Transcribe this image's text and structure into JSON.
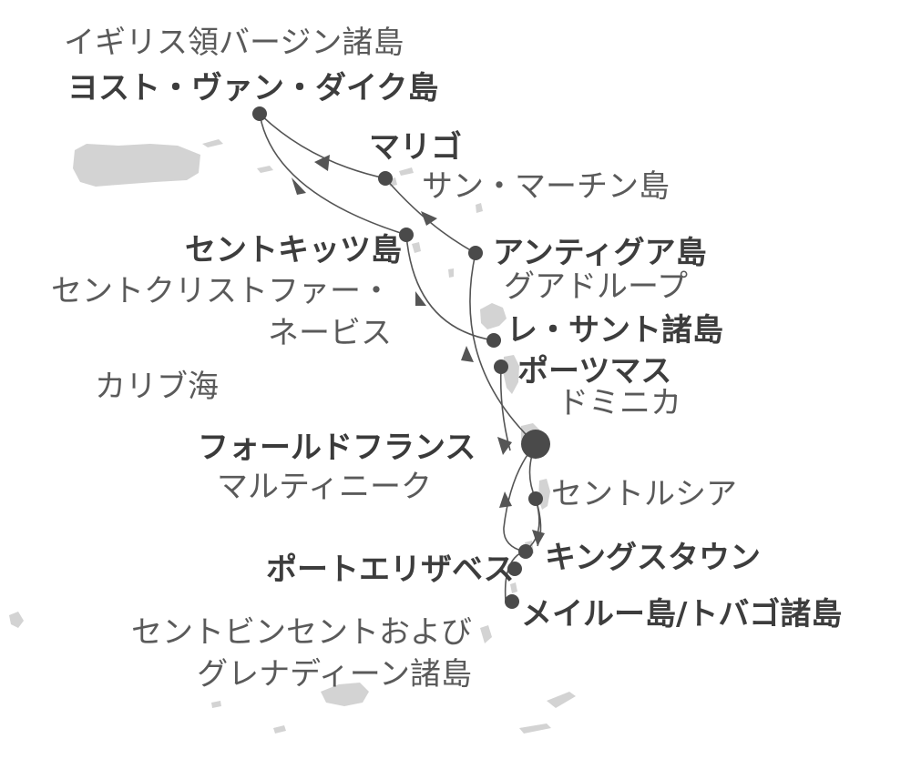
{
  "map": {
    "sea_label": "カリブ海",
    "ports": [
      {
        "id": "jost-van-dyke",
        "name": "ヨスト・ヴァン・ダイク島"
      },
      {
        "id": "marigot",
        "name": "マリゴ"
      },
      {
        "id": "st-kitts",
        "name": "セントキッツ島"
      },
      {
        "id": "antigua",
        "name": "アンティグア島"
      },
      {
        "id": "les-saintes",
        "name": "レ・サント諸島"
      },
      {
        "id": "portsmouth",
        "name": "ポーツマス"
      },
      {
        "id": "fort-de-france",
        "name": "フォールドフランス"
      },
      {
        "id": "kingstown",
        "name": "キングスタウン"
      },
      {
        "id": "port-elizabeth",
        "name": "ポートエリザベス"
      },
      {
        "id": "mayreau",
        "name": "メイルー島/トバゴ諸島"
      }
    ],
    "regions": [
      {
        "id": "bvi",
        "name": "イギリス領バージン諸島"
      },
      {
        "id": "sint-maarten",
        "name": "サン・マーチン島"
      },
      {
        "id": "st-kitts-nevis",
        "name": "セントクリストファー・\nネービス"
      },
      {
        "id": "guadeloupe",
        "name": "グアドループ"
      },
      {
        "id": "dominica",
        "name": "ドミニカ"
      },
      {
        "id": "martinique",
        "name": "マルティニーク"
      },
      {
        "id": "st-lucia",
        "name": "セントルシア"
      },
      {
        "id": "svg",
        "name": "セントビンセントおよび\nグレナディーン諸島"
      }
    ],
    "colors": {
      "route": "#555555",
      "port_dot": "#4a4a4a",
      "land": "#d3d3d3",
      "text": "#4a4a4a"
    },
    "home_port_id": "fort-de-france"
  }
}
